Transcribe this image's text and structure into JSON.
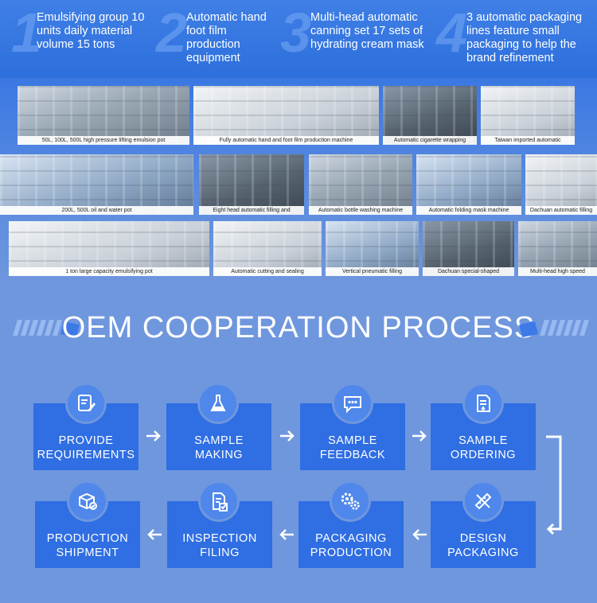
{
  "features": [
    {
      "num": "1",
      "text": "Emulsifying group 10 units daily material volume 15 tons"
    },
    {
      "num": "2",
      "text": "Automatic hand foot film production equipment"
    },
    {
      "num": "3",
      "text": "Multi-head automatic canning set 17 sets of hydrating cream mask"
    },
    {
      "num": "4",
      "text": "3 automatic packaging lines feature small packaging to help the brand refinement"
    }
  ],
  "photos": [
    {
      "caption": "50L, 100L, 500L high pressure lifting emulsion pot"
    },
    {
      "caption": "Fully automatic hand and foot film production machine"
    },
    {
      "caption": "Automatic cigarette wrapping"
    },
    {
      "caption": "Taiwan imported automatic"
    },
    {
      "caption": "200L, 500L oil and water pot"
    },
    {
      "caption": "Eight head automatic filling and"
    },
    {
      "caption": "Automatic bottle washing machine"
    },
    {
      "caption": "Automatic folding mask machine"
    },
    {
      "caption": "Dachuan automatic filling"
    },
    {
      "caption": "1 ton large capacity emulsifying pot"
    },
    {
      "caption": "Automatic cutting and sealing"
    },
    {
      "caption": "Vertical pneumatic filling"
    },
    {
      "caption": "Dachuan special-shaped"
    },
    {
      "caption": "Multi-head high speed"
    }
  ],
  "process": {
    "title": "OEM COOPERATION PROCESS",
    "steps": [
      {
        "line1": "PROVIDE",
        "line2": "REQUIREMENTS",
        "icon": "form-edit-icon"
      },
      {
        "line1": "SAMPLE",
        "line2": "MAKING",
        "icon": "flask-icon"
      },
      {
        "line1": "SAMPLE",
        "line2": "FEEDBACK",
        "icon": "chat-bubble-icon"
      },
      {
        "line1": "SAMPLE",
        "line2": "ORDERING",
        "icon": "order-document-icon"
      },
      {
        "line1": "DESIGN",
        "line2": "PACKAGING",
        "icon": "ruler-pencil-icon"
      },
      {
        "line1": "PACKAGING",
        "line2": "PRODUCTION",
        "icon": "gears-icon"
      },
      {
        "line1": "INSPECTION",
        "line2": "FILING",
        "icon": "checklist-icon"
      },
      {
        "line1": "PRODUCTION",
        "line2": "SHIPMENT",
        "icon": "package-box-icon"
      }
    ]
  },
  "colors": {
    "page_bg": "#6f97de",
    "banner_bg": "#2d6fdc",
    "step_bg": "#2f6ee3",
    "badge_bg": "#4f87ea"
  }
}
